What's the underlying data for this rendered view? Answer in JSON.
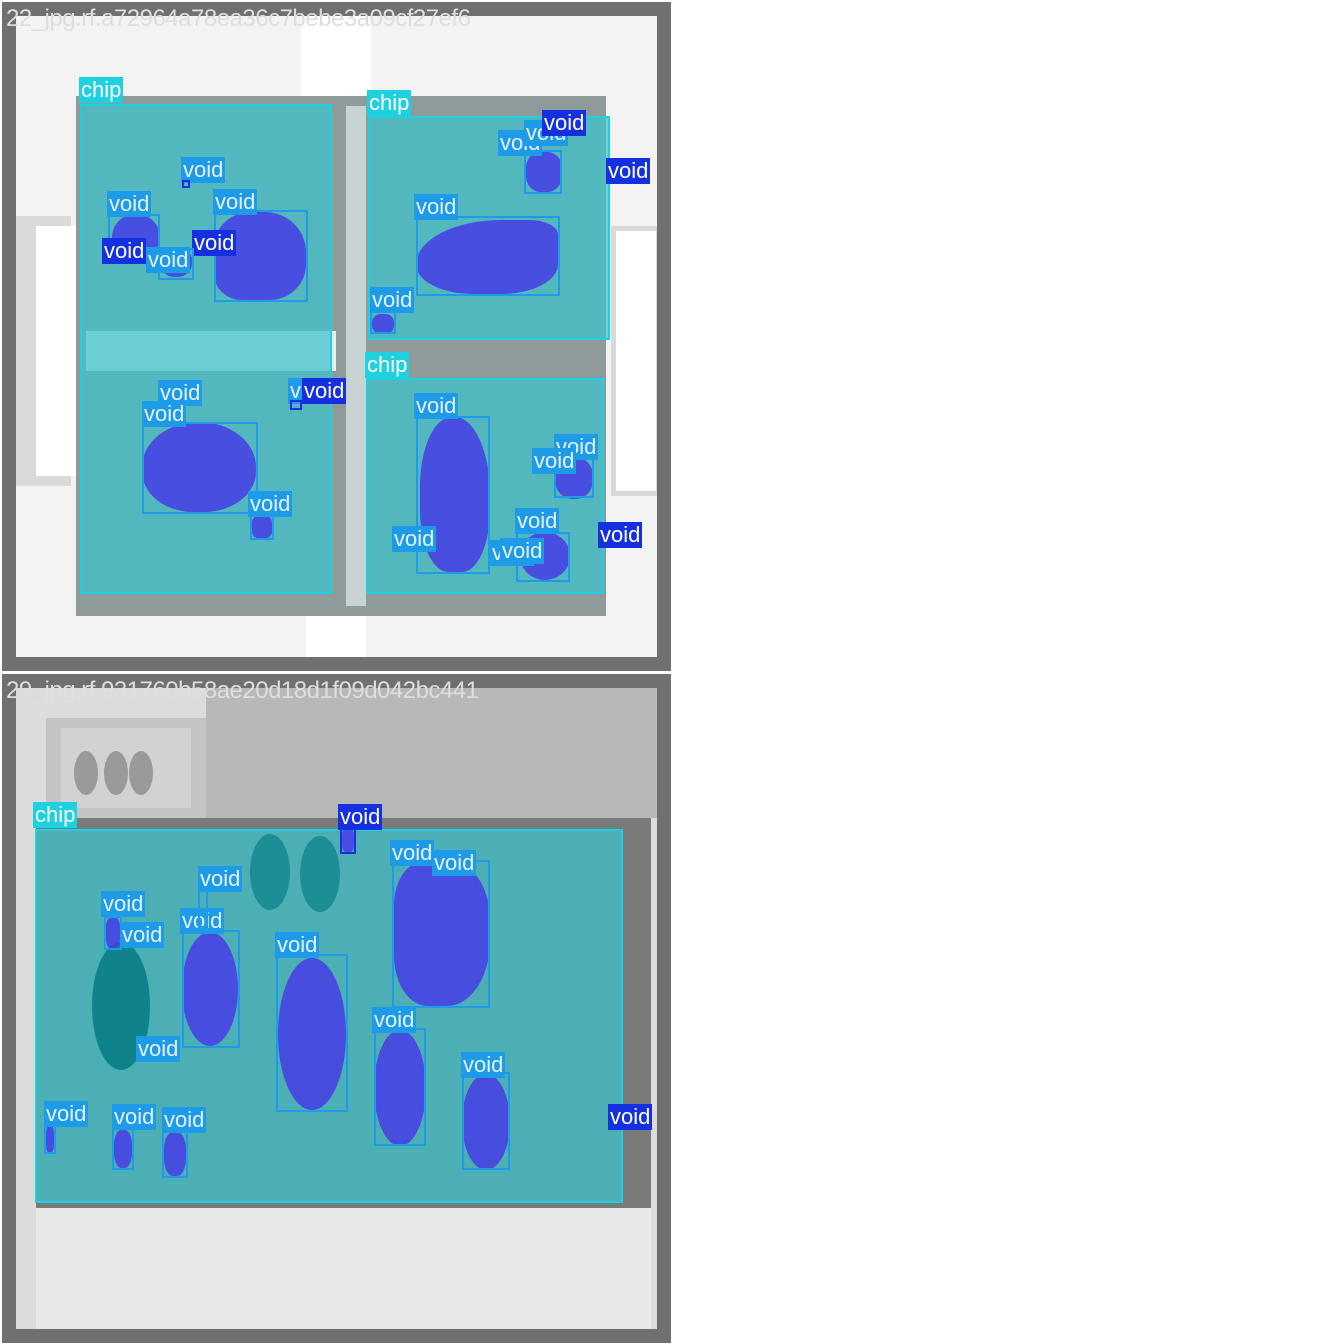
{
  "images": [
    {
      "filename": "22_jpg.rf.a72964a78ea36c7bebe3a09cf27ef6",
      "class_labels": {
        "chip": "chip",
        "void": "void"
      },
      "colors": {
        "chip": "#1fd1e0",
        "void": "#1e9be8",
        "void_dark": "#1430e0",
        "frame": "#707070"
      }
    },
    {
      "filename": "29_jpg.rf.931760b58ae20d18d1f09d042bc441",
      "class_labels": {
        "chip": "chip",
        "void": "void"
      },
      "colors": {
        "chip": "#1fd1e0",
        "void": "#1e9be8",
        "void_dark": "#1430e0",
        "frame": "#707070"
      }
    }
  ]
}
